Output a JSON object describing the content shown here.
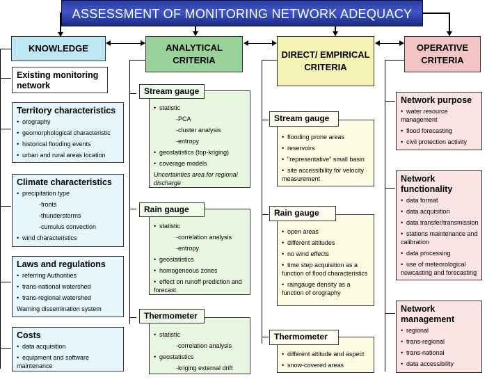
{
  "title": "ASSESSMENT OF MONITORING NETWORK ADEQUACY",
  "headers": {
    "knowledge": "KNOWLEDGE",
    "analytical": "ANALYTICAL CRITERIA",
    "direct": "DIRECT/ EMPIRICAL CRITERIA",
    "operative": "OPERATIVE CRITERIA"
  },
  "knowledge": {
    "existing": "Existing monitoring network",
    "territory": {
      "title": "Territory characteristics",
      "items": [
        "orography",
        "geomorphological characteristic",
        "historical flooding events",
        "urban and rural areas location"
      ]
    },
    "climate": {
      "title": "Climate characteristics",
      "items": [
        "precipitation type",
        "-fronts",
        "-thunderstorms",
        "-cumulus convection",
        "wind characteristics"
      ]
    },
    "laws": {
      "title": "Laws and regulations",
      "items": [
        "referring Authorities",
        "trans-national watershed",
        "trans-regional watershed",
        "Warning dissemination system"
      ]
    },
    "costs": {
      "title": "Costs",
      "items": [
        "data acquisition",
        "equipment and software maintenance"
      ]
    }
  },
  "analytical": {
    "stream": {
      "title": "Stream gauge",
      "items": [
        "statistic",
        "-PCA",
        "-cluster analysis",
        "-entropy",
        "geostatistics (top-kriging)",
        "coverage models",
        "Uncertainties area for regional discharge"
      ]
    },
    "rain": {
      "title": "Rain gauge",
      "items": [
        "statistic",
        "-correlation analysis",
        "-entropy",
        "geostatistics",
        "homogeneous zones",
        "effect on runoff prediction and forecast"
      ]
    },
    "thermo": {
      "title": "Thermometer",
      "items": [
        "statistic",
        "-correlation analysis",
        "geostatistics",
        "-kriging external drift"
      ]
    }
  },
  "direct": {
    "stream": {
      "title": "Stream gauge",
      "items": [
        "flooding prone areas",
        "reservoirs",
        "\"representative\" small basin",
        "site accessibility for velocity measurement"
      ]
    },
    "rain": {
      "title": "Rain gauge",
      "items": [
        "open areas",
        "different altitudes",
        "no wind effects",
        "time step acquisition as a function of flood characteristics",
        "raingauge density as a function of orography"
      ]
    },
    "thermo": {
      "title": "Thermometer",
      "items": [
        "different altitude and aspect",
        "snow-covered areas"
      ]
    }
  },
  "operative": {
    "purpose": {
      "title": "Network purpose",
      "items": [
        "water resource management",
        "flood forecasting",
        "civil protection activity"
      ]
    },
    "functionality": {
      "title": "Network functionality",
      "items": [
        "data format",
        "data acquisition",
        "data transfer/transmission",
        "stations maintenance and calibration",
        "data processing",
        "use of meteorological nowcasting and forecasting"
      ]
    },
    "management": {
      "title": "Network management",
      "items": [
        "regional",
        "trans-regional",
        "trans-national",
        "data accessibility"
      ]
    }
  }
}
